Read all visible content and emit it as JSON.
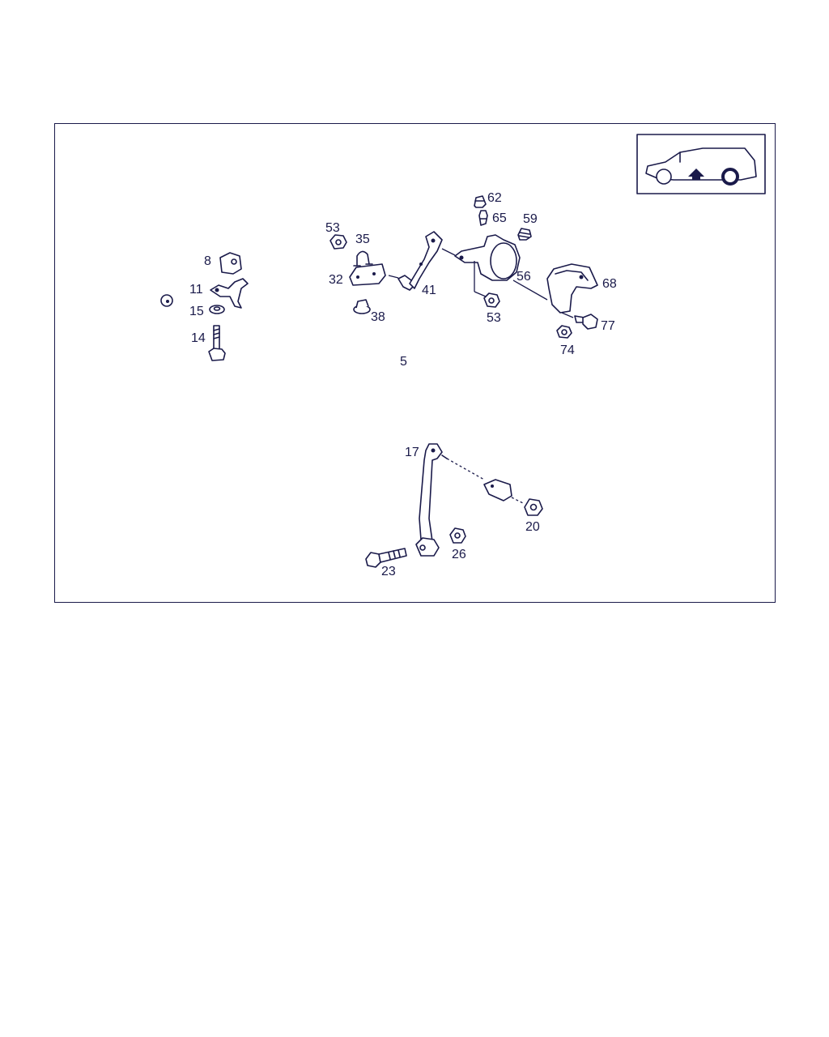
{
  "diagram": {
    "labels": [
      "8",
      "11",
      "15",
      "14",
      "53",
      "35",
      "32",
      "38",
      "41",
      "62",
      "65",
      "59",
      "56",
      "53",
      "68",
      "77",
      "74",
      "5",
      "17",
      "20",
      "26",
      "23"
    ]
  },
  "inset": {
    "icon": "vehicle-rear-axle-locator-icon",
    "highlight_color": "#1a1a4a"
  },
  "colors": {
    "ink": "#1a1a4a",
    "background": "#ffffff"
  }
}
